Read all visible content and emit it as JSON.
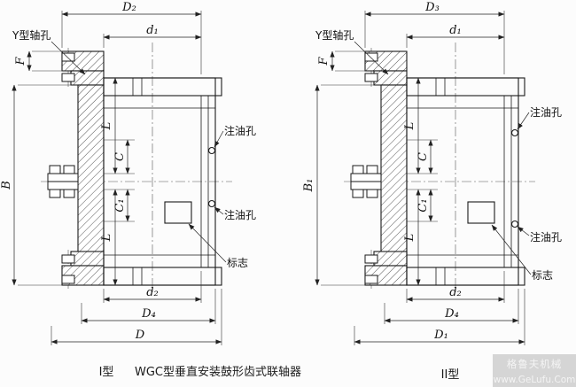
{
  "caption": {
    "fig1_label": "I型",
    "title": "WGC型垂直安装鼓形齿式联轴器",
    "fig2_label": "II型"
  },
  "watermark": {
    "brand": "格鲁夫机械",
    "url": "www.GeLufu.Com"
  },
  "fig1": {
    "dims": {
      "D2": "D₂",
      "d1": "d₁",
      "F": "F",
      "B": "B",
      "L_top": "L",
      "C": "C",
      "C1": "C₁",
      "L_bot": "L",
      "d2": "d₂",
      "D4": "D₄",
      "D": "D"
    },
    "ann": {
      "shaft_hole": "Y型轴孔",
      "oil_top": "注油孔",
      "oil_bot": "注油孔",
      "mark": "标志"
    }
  },
  "fig2": {
    "dims": {
      "D3": "D₃",
      "d1": "d₁",
      "F": "F",
      "B1": "B₁",
      "L_top": "L",
      "C": "C",
      "C1": "C₁",
      "L_bot": "L",
      "d2": "d₂",
      "D4": "D₄",
      "D1": "D₁"
    },
    "ann": {
      "shaft_hole": "Y型轴孔",
      "oil_top": "注油孔",
      "oil_bot": "注油孔",
      "mark": "标志"
    }
  }
}
